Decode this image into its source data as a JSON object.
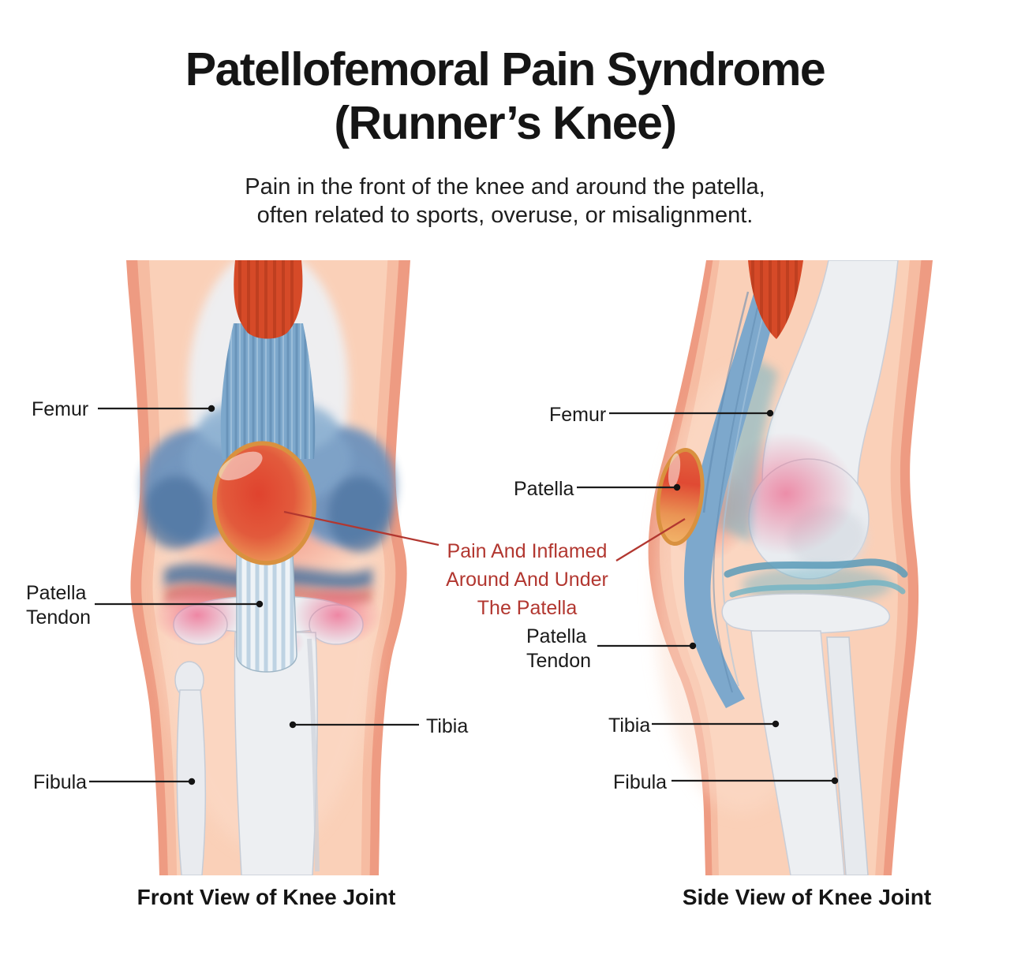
{
  "header": {
    "title_line1": "Patellofemoral Pain Syndrome",
    "title_line2": "(Runner’s Knee)",
    "description_line1": "Pain in the front of the knee and around the patella,",
    "description_line2": "often related to sports, overuse, or misalignment."
  },
  "front_view": {
    "caption": "Front View of Knee Joint",
    "labels": {
      "femur": "Femur",
      "patella_tendon_line1": "Patella",
      "patella_tendon_line2": "Tendon",
      "fibula": "Fibula",
      "tibia": "Tibia"
    }
  },
  "side_view": {
    "caption": "Side View of Knee Joint",
    "labels": {
      "femur": "Femur",
      "patella": "Patella",
      "patella_tendon_line1": "Patella",
      "patella_tendon_line2": "Tendon",
      "tibia": "Tibia",
      "fibula": "Fibula"
    }
  },
  "annotation": {
    "line1": "Pain And Inflamed",
    "line2": "Around And Under",
    "line3": "The Patella",
    "color": "#b23730"
  },
  "colors": {
    "skin_outer": "#ee9b82",
    "skin_mid": "#f6bca2",
    "skin_inner": "#fad0b8",
    "bone": "#edeff2",
    "muscle_red": "#d64a28",
    "tendon_blue": "#7da8cc",
    "cartilage_blue": "#6d92bc",
    "patella_ring": "#d9913f",
    "inflamed_red": "#e0432e",
    "label_text": "#1a1a1a"
  }
}
